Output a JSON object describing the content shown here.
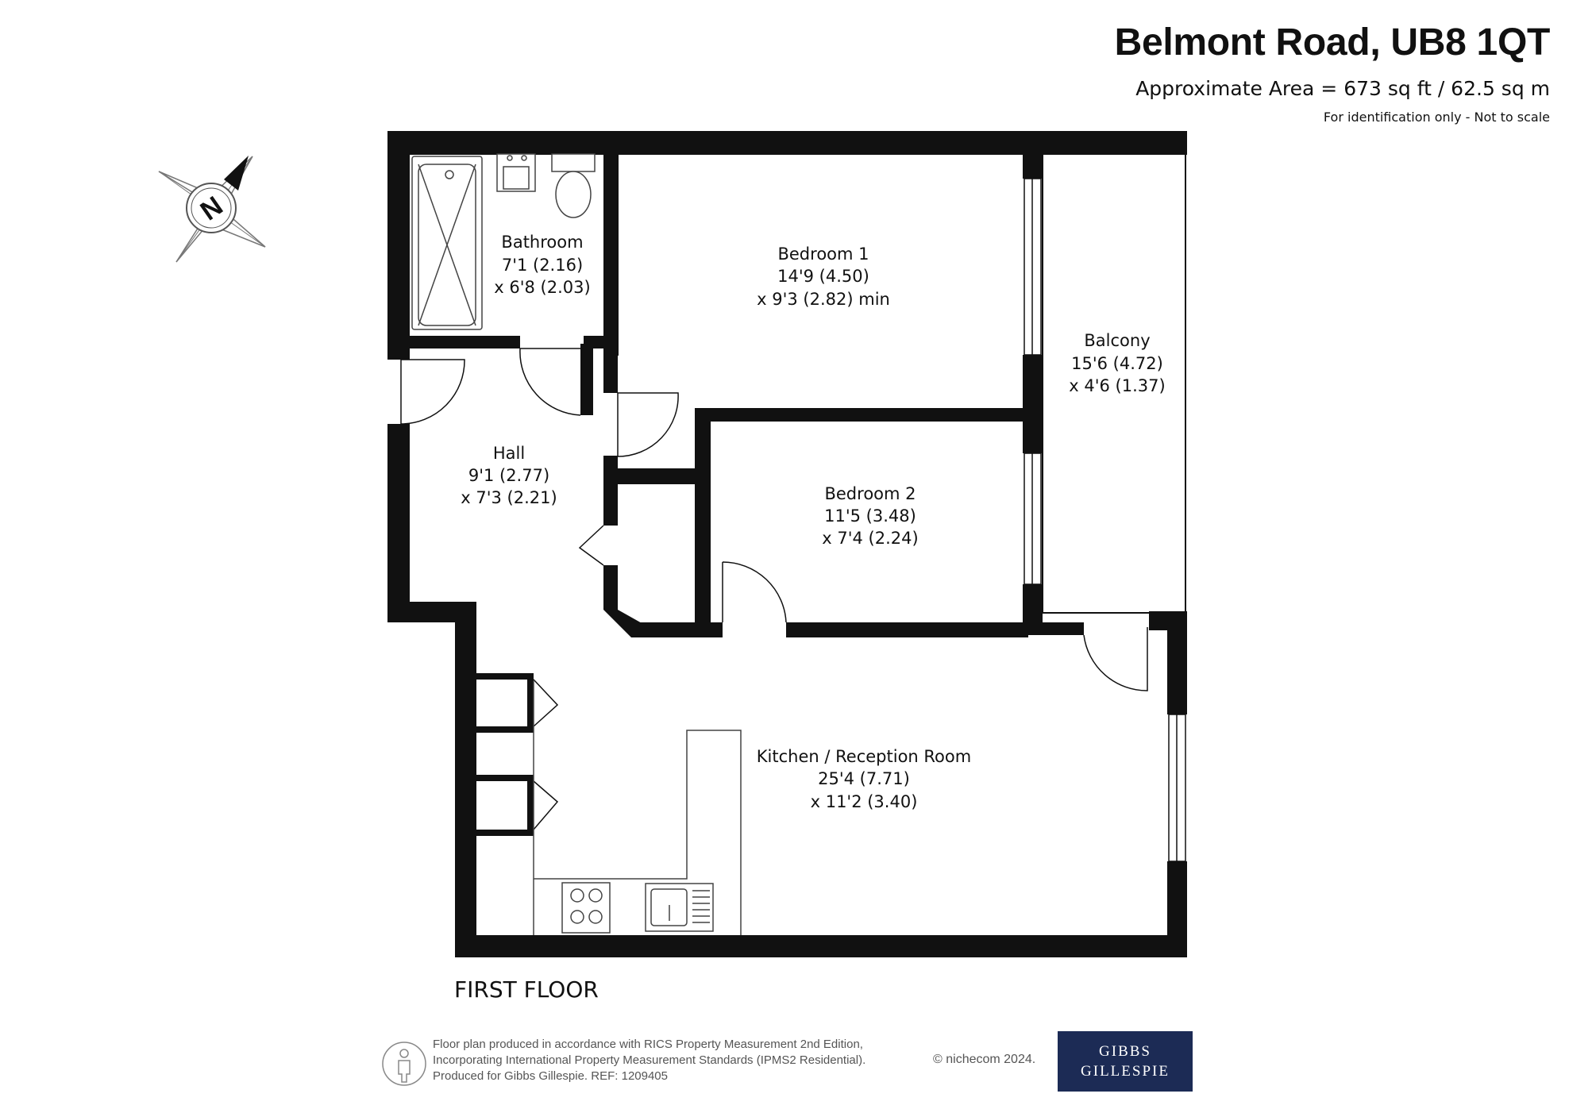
{
  "header": {
    "title": "Belmont Road, UB8 1QT",
    "area": "Approximate Area = 673 sq ft / 62.5 sq m",
    "identification": "For identification only - Not to scale"
  },
  "compass": {
    "letter": "N",
    "icon": "compass-icon"
  },
  "rooms": [
    {
      "name": "Bathroom",
      "dim1": "7'1 (2.16)",
      "dim2": "x 6'8 (2.03)"
    },
    {
      "name": "Bedroom 1",
      "dim1": "14'9 (4.50)",
      "dim2": "x 9'3 (2.82) min"
    },
    {
      "name": "Balcony",
      "dim1": "15'6 (4.72)",
      "dim2": "x 4'6 (1.37)"
    },
    {
      "name": "Hall",
      "dim1": "9'1 (2.77)",
      "dim2": "x 7'3 (2.21)"
    },
    {
      "name": "Bedroom 2",
      "dim1": "11'5 (3.48)",
      "dim2": "x 7'4 (2.24)"
    },
    {
      "name": "Kitchen / Reception Room",
      "dim1": "25'4 (7.71)",
      "dim2": "x 11'2 (3.40)"
    }
  ],
  "floor_label": "FIRST FLOOR",
  "footer": {
    "line1": "Floor plan produced in accordance with RICS Property Measurement 2nd Edition,",
    "line2": "Incorporating International Property Measurement Standards (IPMS2 Residential).",
    "line3": "Produced for Gibbs Gillespie.   REF:  1209405",
    "copyright": "© nichecom 2024.",
    "info_icon": "person-icon"
  },
  "brand": {
    "line1": "GIBBS",
    "line2": "GILLESPIE",
    "color": "#1c2b55"
  }
}
